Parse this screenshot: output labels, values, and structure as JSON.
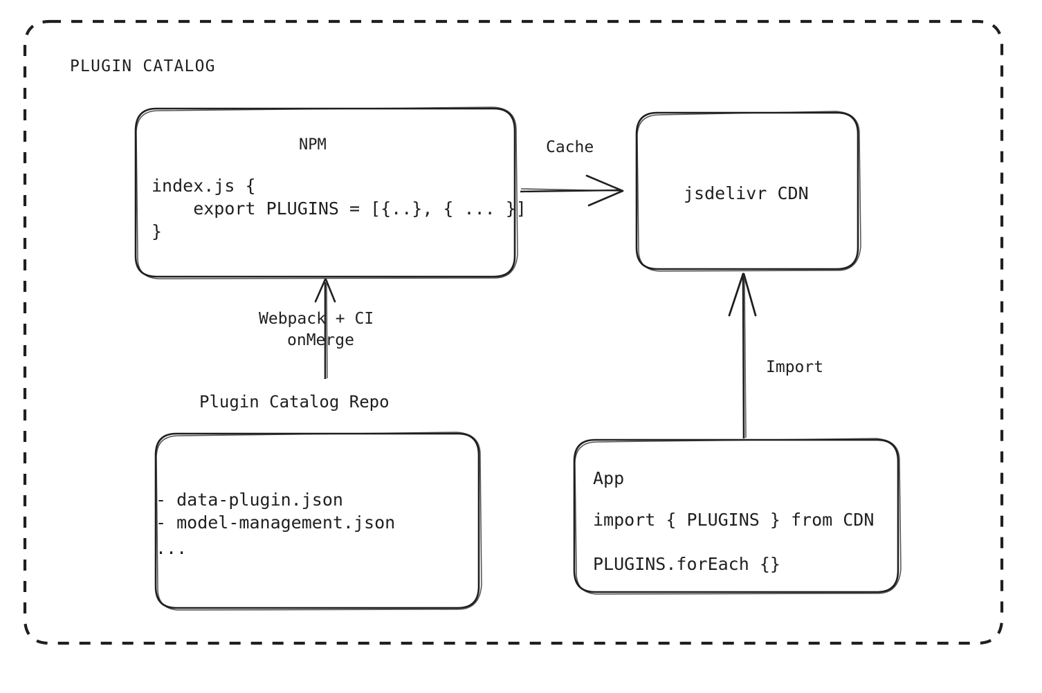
{
  "diagram": {
    "title": "PLUGIN CATALOG",
    "background_color": "#ffffff",
    "stroke_color": "#1f1f1f",
    "style": "hand-drawn-sketch",
    "outer_border": {
      "name": "plugin-catalog-boundary",
      "style": "dashed",
      "label": "PLUGIN CATALOG"
    },
    "nodes": [
      {
        "id": "npm",
        "title": "NPM",
        "code": [
          "index.js {",
          "    export PLUGINS = [{..}, { ... }]",
          "}"
        ]
      },
      {
        "id": "cdn",
        "title": "jsdelivr CDN",
        "code": []
      },
      {
        "id": "repo",
        "title": "",
        "caption": "Plugin Catalog Repo",
        "code": [
          "- data-plugin.json",
          "- model-management.json",
          "..."
        ]
      },
      {
        "id": "app",
        "title": "App",
        "code": [
          "import { PLUGINS } from CDN",
          "PLUGINS.forEach {}"
        ]
      }
    ],
    "edges": [
      {
        "id": "npm-to-cdn",
        "from": "npm",
        "to": "cdn",
        "label": "Cache",
        "direction": "right"
      },
      {
        "id": "repo-to-npm",
        "from": "repo",
        "to": "npm",
        "label_lines": [
          "Webpack + CI",
          "onMerge"
        ],
        "direction": "up"
      },
      {
        "id": "app-to-cdn",
        "from": "app",
        "to": "cdn",
        "label": "Import",
        "direction": "up"
      }
    ]
  },
  "labels": {
    "group_title": "PLUGIN CATALOG",
    "npm_title": "NPM",
    "npm_code_1": "index.js {",
    "npm_code_2": "    export PLUGINS = [{..}, { ... }]",
    "npm_code_3": "}",
    "cdn_title": "jsdelivr CDN",
    "cache_label": "Cache",
    "webpack_label": "Webpack + CI",
    "onmerge_label": "onMerge",
    "repo_caption": "Plugin Catalog Repo",
    "repo_item_1": "- data-plugin.json",
    "repo_item_2": "- model-management.json",
    "repo_item_3": "...",
    "import_label": "Import",
    "app_title": "App",
    "app_code_1": "import { PLUGINS } from CDN",
    "app_code_2": "PLUGINS.forEach {}"
  }
}
